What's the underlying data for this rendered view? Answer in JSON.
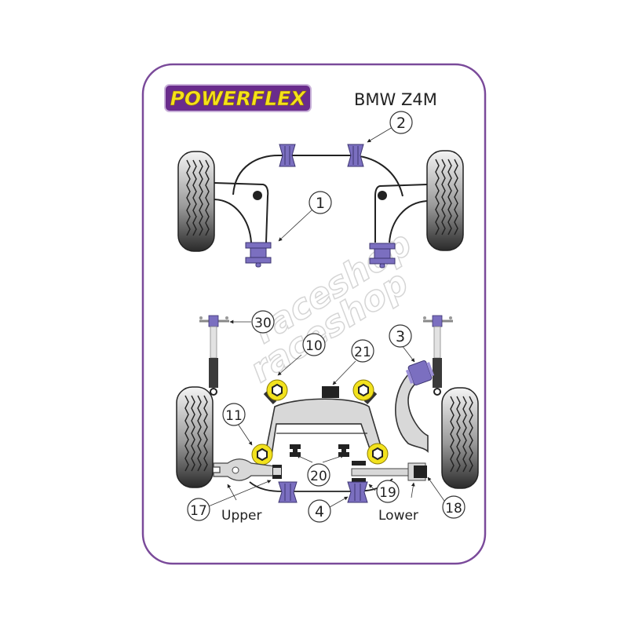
{
  "brand": {
    "logo_text": "POWERFLEX",
    "logo_fill": "#f5e11a",
    "logo_bg": "#6a2c8c"
  },
  "title": "BMW Z4M",
  "watermark": [
    "raceshop",
    "raceshop"
  ],
  "colors": {
    "border": "#7a4a9a",
    "bush_purple": "#7b6fc0",
    "bush_yellow": "#f2e21e",
    "arm_grey": "#d8d8d8",
    "line": "#222222"
  },
  "callouts": [
    {
      "id": "1",
      "label": "1"
    },
    {
      "id": "2",
      "label": "2"
    },
    {
      "id": "3",
      "label": "3"
    },
    {
      "id": "4",
      "label": "4"
    },
    {
      "id": "10",
      "label": "10"
    },
    {
      "id": "11",
      "label": "11"
    },
    {
      "id": "17",
      "label": "17"
    },
    {
      "id": "18",
      "label": "18"
    },
    {
      "id": "19",
      "label": "19"
    },
    {
      "id": "20",
      "label": "20"
    },
    {
      "id": "21",
      "label": "21"
    },
    {
      "id": "30",
      "label": "30"
    }
  ],
  "captions": {
    "upper": "Upper",
    "lower": "Lower"
  }
}
